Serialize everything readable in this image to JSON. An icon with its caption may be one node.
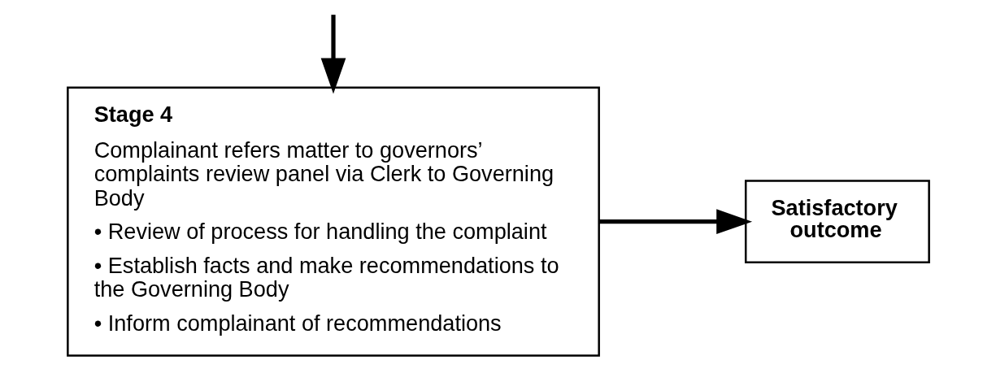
{
  "diagram": {
    "nodes": [
      {
        "text": [
          "Stage 4",
          "Complainant refers matter to governors’ complaints review panel via Clerk to Governing Body",
          "• Review of process for handling the complaint",
          "• Establish facts and make recommendations to the Governing Body",
          "• Inform complainant of recommendations"
        ]
      },
      {
        "text": [
          "Satisfactory outcome"
        ]
      }
    ],
    "edges": [
      {
        "from": null,
        "to": 0,
        "arrow": "to"
      },
      {
        "from": 0,
        "to": 1,
        "arrow": "to"
      }
    ]
  }
}
